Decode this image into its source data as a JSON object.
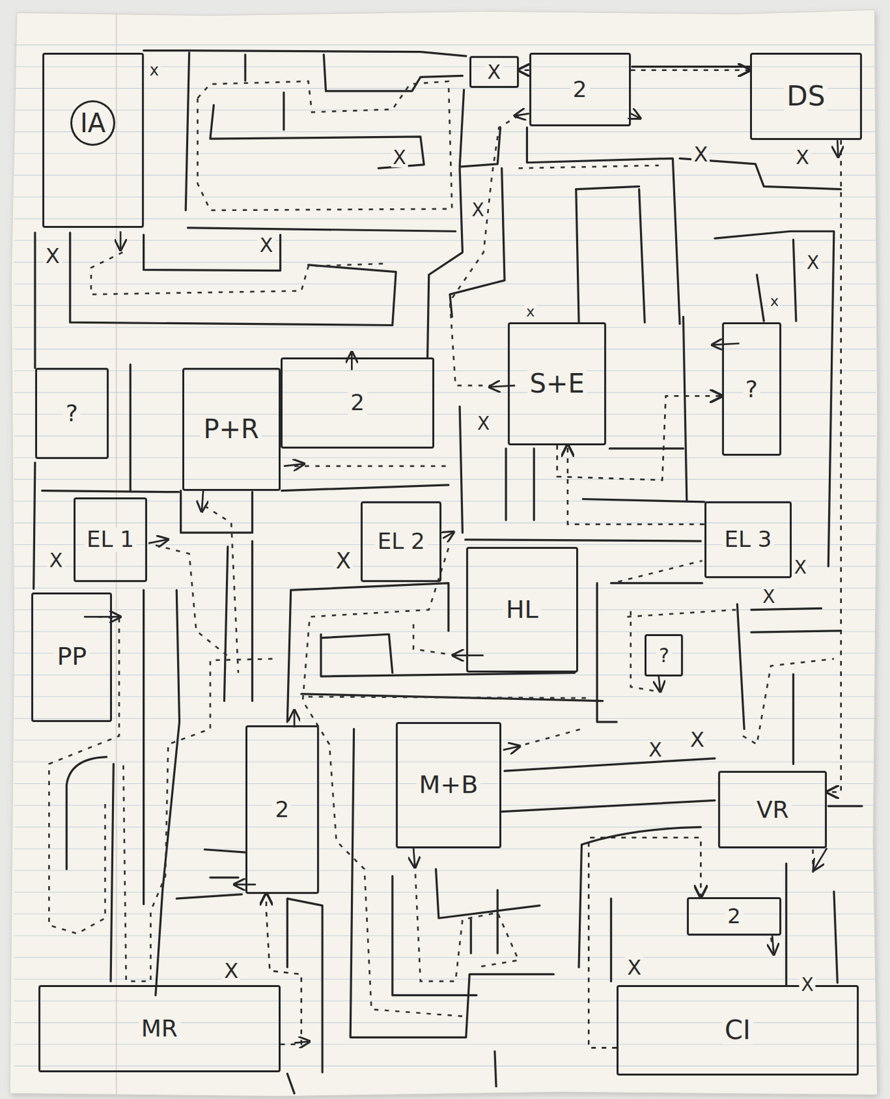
{
  "diagram": {
    "nodes": [
      {
        "text": [
          "IA"
        ]
      },
      {
        "text": [
          "X"
        ]
      },
      {
        "text": [
          "2"
        ]
      },
      {
        "text": [
          "DS"
        ]
      },
      {
        "text": [
          "S+E"
        ]
      },
      {
        "text": [
          "?"
        ]
      },
      {
        "text": [
          "2"
        ]
      },
      {
        "text": [
          "?"
        ]
      },
      {
        "text": [
          "P+R"
        ]
      },
      {
        "text": [
          "EL 1"
        ]
      },
      {
        "text": [
          "EL 2"
        ]
      },
      {
        "text": [
          "EL 3"
        ]
      },
      {
        "text": [
          "HL"
        ]
      },
      {
        "text": [
          "PP"
        ]
      },
      {
        "text": [
          "?"
        ]
      },
      {
        "text": [
          "M+B"
        ]
      },
      {
        "text": [
          "2"
        ]
      },
      {
        "text": [
          "VR"
        ]
      },
      {
        "text": [
          "2"
        ]
      },
      {
        "text": [
          "MR"
        ]
      },
      {
        "text": [
          "CI"
        ]
      }
    ],
    "edges": [
      {
        "from": 2,
        "to": 1,
        "arrow": "to"
      },
      {
        "from": 2,
        "to": 3,
        "arrow": "to"
      },
      {
        "from": 3,
        "to": 17,
        "arrow": "to"
      },
      {
        "from": 4,
        "to": 5,
        "arrow": "to"
      },
      {
        "from": 11,
        "to": 4,
        "arrow": "to"
      },
      {
        "from": 20,
        "to": 18,
        "arrow": "to"
      },
      {
        "from": 19,
        "to": 16,
        "arrow": "to"
      }
    ],
    "labels": [
      "x",
      "X",
      "X",
      "X",
      "X",
      "X",
      "X",
      "X",
      "x",
      "x",
      "X",
      "X",
      "X",
      "X",
      "X",
      "X",
      "X",
      "X",
      "X",
      "X"
    ]
  }
}
